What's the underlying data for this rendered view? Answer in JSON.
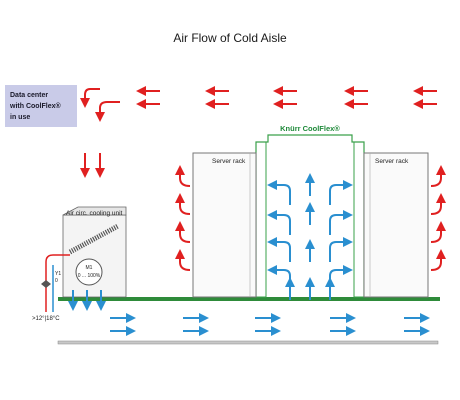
{
  "title": "Air Flow of Cold Aisle",
  "info_box": {
    "line1": "Data center",
    "line2": "with CoolFlex®",
    "line3": "in use",
    "bg_color": "#c9cbe8"
  },
  "rack_left_label": "Server rack",
  "rack_right_label": "Server rack",
  "coolflex_label": "Knürr CoolFlex®",
  "cooling_unit_label": "Air circ. cooling unit",
  "motor_label": "M1",
  "motor_range": "0 ... 100%",
  "temperature_label": ">12°|18°C",
  "valve_label_1": "Y1",
  "valve_label_2": "0",
  "colors": {
    "hot_air": "#e02020",
    "cold_air": "#2a8fd0",
    "floor": "#2e8b3a",
    "coolflex": "#3aa04a",
    "info_box": "#c9cbe8"
  }
}
